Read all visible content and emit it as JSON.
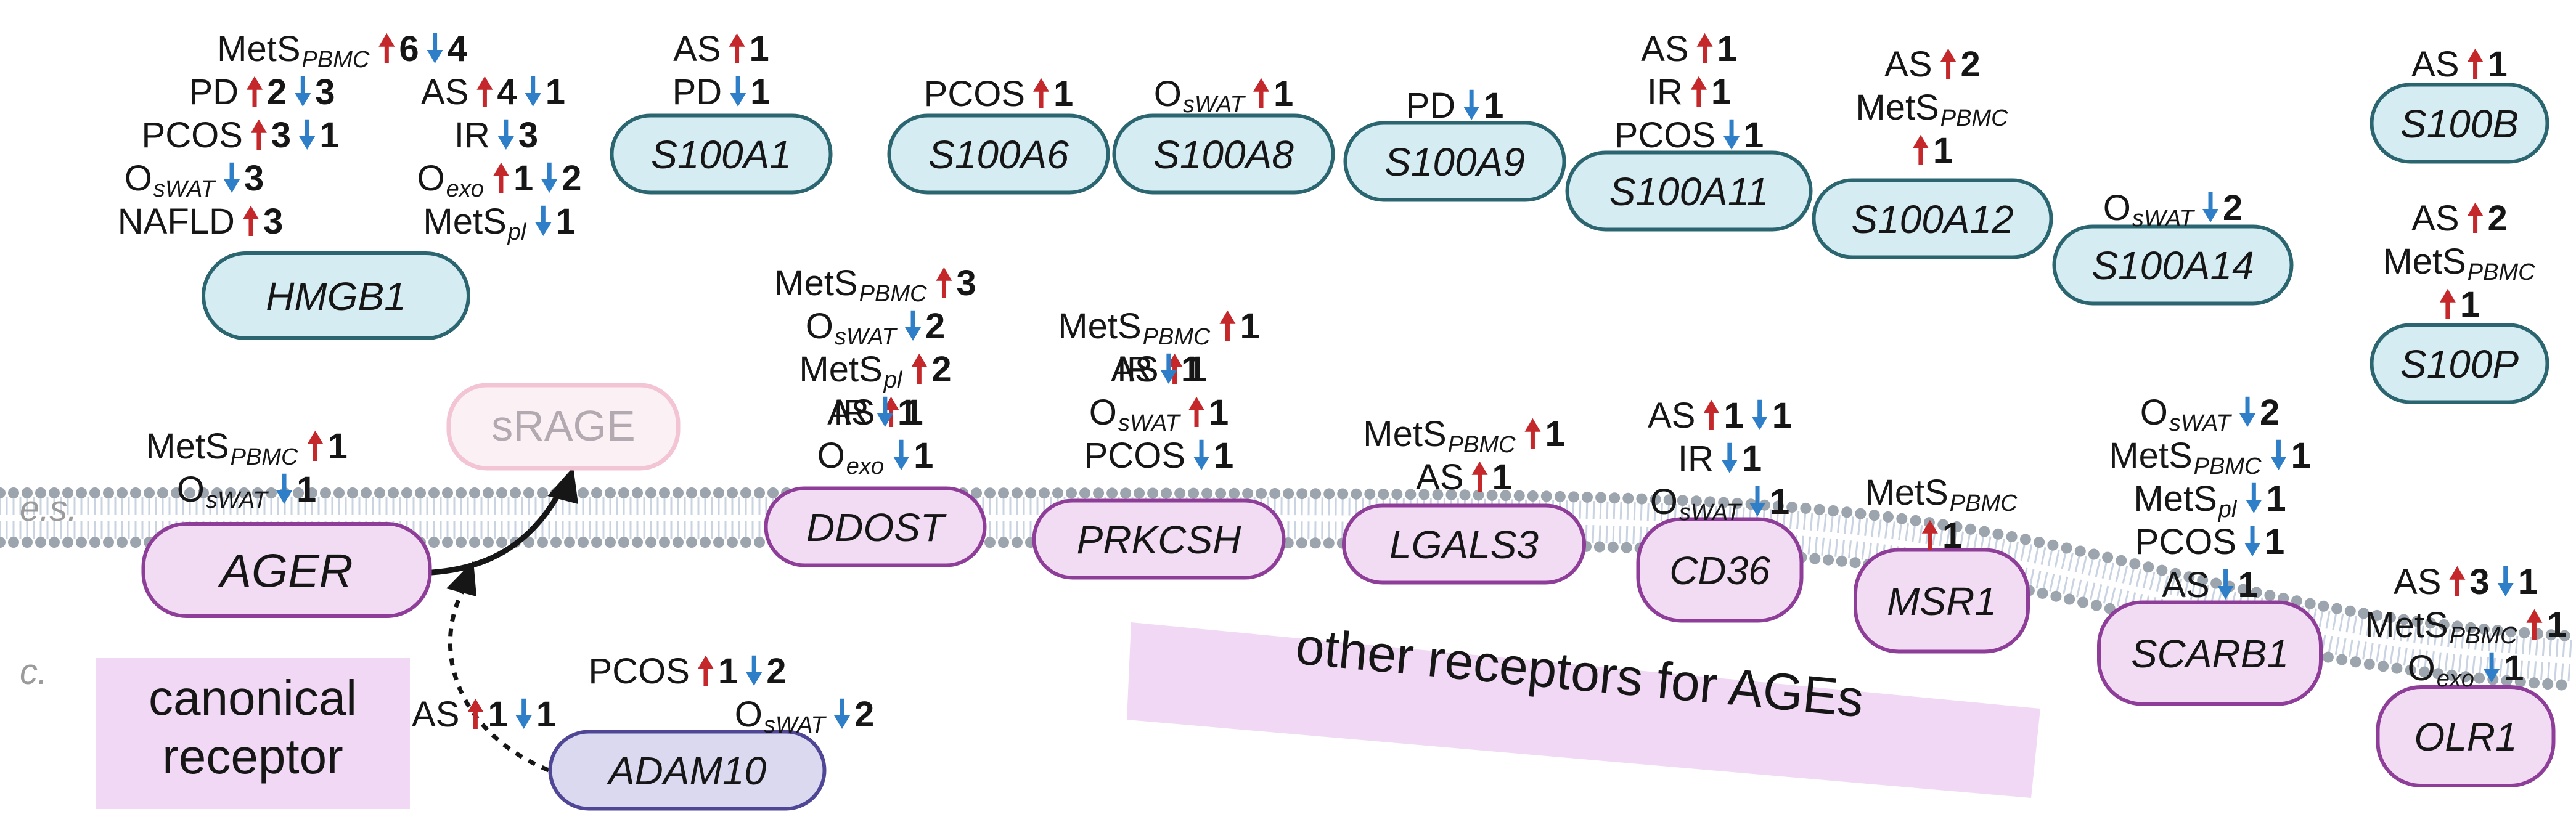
{
  "regions": {
    "extracellular": "e.s.",
    "cytoplasm": "c."
  },
  "labels": {
    "canonical": [
      "canonical",
      "receptor"
    ],
    "other": "other receptors for AGEs",
    "srage": "sRAGE"
  },
  "colors": {
    "ligand_fill": "#d4ecf2",
    "ligand_border": "#2a6570",
    "receptor_fill": "#f2dcf3",
    "receptor_border": "#8e3e98",
    "adam_fill": "#dbd9f0",
    "adam_border": "#4f4795",
    "banner_fill": "#f1d8f4",
    "srage_fill": "#fbf0f4",
    "srage_border": "#f3c4d3",
    "up": "#c4282b",
    "down": "#2f7fc8",
    "text": "#161616",
    "membrane": "#9ca4ae"
  },
  "icons": {
    "up": "red-up-arrow-icon",
    "down": "blue-down-arrow-icon"
  },
  "genes": [
    {
      "id": "hmgb1",
      "name": "HMGB1",
      "kind": "ligand",
      "rows": [
        [
          {
            "c": "MetS",
            "s": "PBMC",
            "up": "6",
            "dn": "4"
          }
        ],
        [
          {
            "c": "PD",
            "up": "2",
            "dn": "3"
          },
          {
            "c": "AS",
            "up": "4",
            "dn": "1"
          }
        ],
        [
          {
            "c": "PCOS",
            "up": "3",
            "dn": "1"
          },
          {
            "c": "IR",
            "dn": "3"
          }
        ],
        [
          {
            "c": "O",
            "s": "sWAT",
            "dn": "3"
          },
          {
            "c": "O",
            "s": "exo",
            "up": "1",
            "dn": "2"
          }
        ],
        [
          {
            "c": "NAFLD",
            "up": "3"
          },
          {
            "c": "MetS",
            "s": "pl",
            "dn": "1"
          }
        ]
      ]
    },
    {
      "id": "s100a1",
      "name": "S100A1",
      "kind": "ligand",
      "rows": [
        [
          {
            "c": "AS",
            "up": "1"
          }
        ],
        [
          {
            "c": "PD",
            "dn": "1"
          }
        ]
      ]
    },
    {
      "id": "s100a6",
      "name": "S100A6",
      "kind": "ligand",
      "rows": [
        [
          {
            "c": "PCOS",
            "up": "1"
          }
        ]
      ]
    },
    {
      "id": "s100a8",
      "name": "S100A8",
      "kind": "ligand",
      "rows": [
        [
          {
            "c": "O",
            "s": "sWAT",
            "up": "1"
          }
        ]
      ]
    },
    {
      "id": "s100a9",
      "name": "S100A9",
      "kind": "ligand",
      "rows": [
        [
          {
            "c": "PD",
            "dn": "1"
          }
        ]
      ]
    },
    {
      "id": "s100a11",
      "name": "S100A11",
      "kind": "ligand",
      "rows": [
        [
          {
            "c": "AS",
            "up": "1"
          }
        ],
        [
          {
            "c": "IR",
            "up": "1"
          }
        ],
        [
          {
            "c": "PCOS",
            "dn": "1"
          }
        ]
      ]
    },
    {
      "id": "s100a12",
      "name": "S100A12",
      "kind": "ligand",
      "rows": [
        [
          {
            "c": "AS",
            "up": "2"
          }
        ],
        [
          {
            "c": "MetS",
            "s": "PBMC"
          }
        ],
        [
          {
            "up": "1"
          }
        ]
      ]
    },
    {
      "id": "s100a14",
      "name": "S100A14",
      "kind": "ligand",
      "rows": [
        [
          {
            "c": "O",
            "s": "sWAT",
            "dn": "2"
          }
        ]
      ]
    },
    {
      "id": "s100b",
      "name": "S100B",
      "kind": "ligand",
      "rows": [
        [
          {
            "c": "AS",
            "up": "1"
          }
        ]
      ]
    },
    {
      "id": "s100p",
      "name": "S100P",
      "kind": "ligand",
      "rows": [
        [
          {
            "c": "AS",
            "up": "2"
          }
        ],
        [
          {
            "c": "MetS",
            "s": "PBMC"
          }
        ],
        [
          {
            "up": "1"
          }
        ]
      ]
    },
    {
      "id": "ager",
      "name": "AGER",
      "kind": "receptor",
      "rows": [
        [
          {
            "c": "MetS",
            "s": "PBMC",
            "up": "1"
          }
        ],
        [
          {
            "c": "O",
            "s": "sWAT",
            "dn": "1"
          }
        ]
      ]
    },
    {
      "id": "ddost",
      "name": "DDOST",
      "kind": "receptor",
      "rows": [
        [
          {
            "c": "MetS",
            "s": "PBMC",
            "up": "3"
          }
        ],
        [
          {
            "c": "O",
            "s": "sWAT",
            "dn": "2"
          }
        ],
        [
          {
            "c": "MetS",
            "s": "pl",
            "up": "2"
          }
        ],
        [
          {
            "c": "AS",
            "up": "1"
          },
          {
            "c": "IR",
            "dn": "1"
          }
        ],
        [
          {
            "c": "O",
            "s": "exo",
            "dn": "1"
          }
        ]
      ]
    },
    {
      "id": "prkcsh",
      "name": "PRKCSH",
      "kind": "receptor",
      "rows": [
        [
          {
            "c": "MetS",
            "s": "PBMC",
            "up": "1"
          }
        ],
        [
          {
            "c": "AS",
            "up": "1"
          },
          {
            "c": "IR",
            "dn": "1"
          }
        ],
        [
          {
            "c": "O",
            "s": "sWAT",
            "up": "1"
          }
        ],
        [
          {
            "c": "PCOS",
            "dn": "1"
          }
        ]
      ]
    },
    {
      "id": "lgals3",
      "name": "LGALS3",
      "kind": "receptor",
      "rows": [
        [
          {
            "c": "MetS",
            "s": "PBMC",
            "up": "1"
          }
        ],
        [
          {
            "c": "AS",
            "up": "1"
          }
        ]
      ]
    },
    {
      "id": "cd36",
      "name": "CD36",
      "kind": "receptor",
      "rows": [
        [
          {
            "c": "AS",
            "up": "1",
            "dn": "1"
          }
        ],
        [
          {
            "c": "IR",
            "dn": "1"
          }
        ],
        [
          {
            "c": "O",
            "s": "sWAT",
            "dn": "1"
          }
        ]
      ]
    },
    {
      "id": "msr1",
      "name": "MSR1",
      "kind": "receptor",
      "rows": [
        [
          {
            "c": "MetS",
            "s": "PBMC"
          }
        ],
        [
          {
            "up": "1"
          }
        ]
      ]
    },
    {
      "id": "scarb1",
      "name": "SCARB1",
      "kind": "receptor",
      "rows": [
        [
          {
            "c": "O",
            "s": "sWAT",
            "dn": "2"
          }
        ],
        [
          {
            "c": "MetS",
            "s": "PBMC",
            "dn": "1"
          }
        ],
        [
          {
            "c": "MetS",
            "s": "pl",
            "dn": "1"
          }
        ],
        [
          {
            "c": "PCOS",
            "dn": "1"
          }
        ],
        [
          {
            "c": "AS",
            "dn": "1"
          }
        ]
      ]
    },
    {
      "id": "olr1",
      "name": "OLR1",
      "kind": "receptor",
      "rows": [
        [
          {
            "c": "AS",
            "up": "3",
            "dn": "1"
          }
        ],
        [
          {
            "c": "MetS",
            "s": "PBMC",
            "up": "1"
          }
        ],
        [
          {
            "c": "O",
            "s": "exo",
            "dn": "1"
          }
        ]
      ]
    },
    {
      "id": "adam10",
      "name": "ADAM10",
      "kind": "protease",
      "rows": [
        [
          {
            "c": "PCOS",
            "up": "1",
            "dn": "2"
          }
        ],
        [
          {
            "c": "AS",
            "up": "1",
            "dn": "1"
          },
          {
            "c": "O",
            "s": "sWAT",
            "dn": "2"
          }
        ]
      ]
    }
  ]
}
